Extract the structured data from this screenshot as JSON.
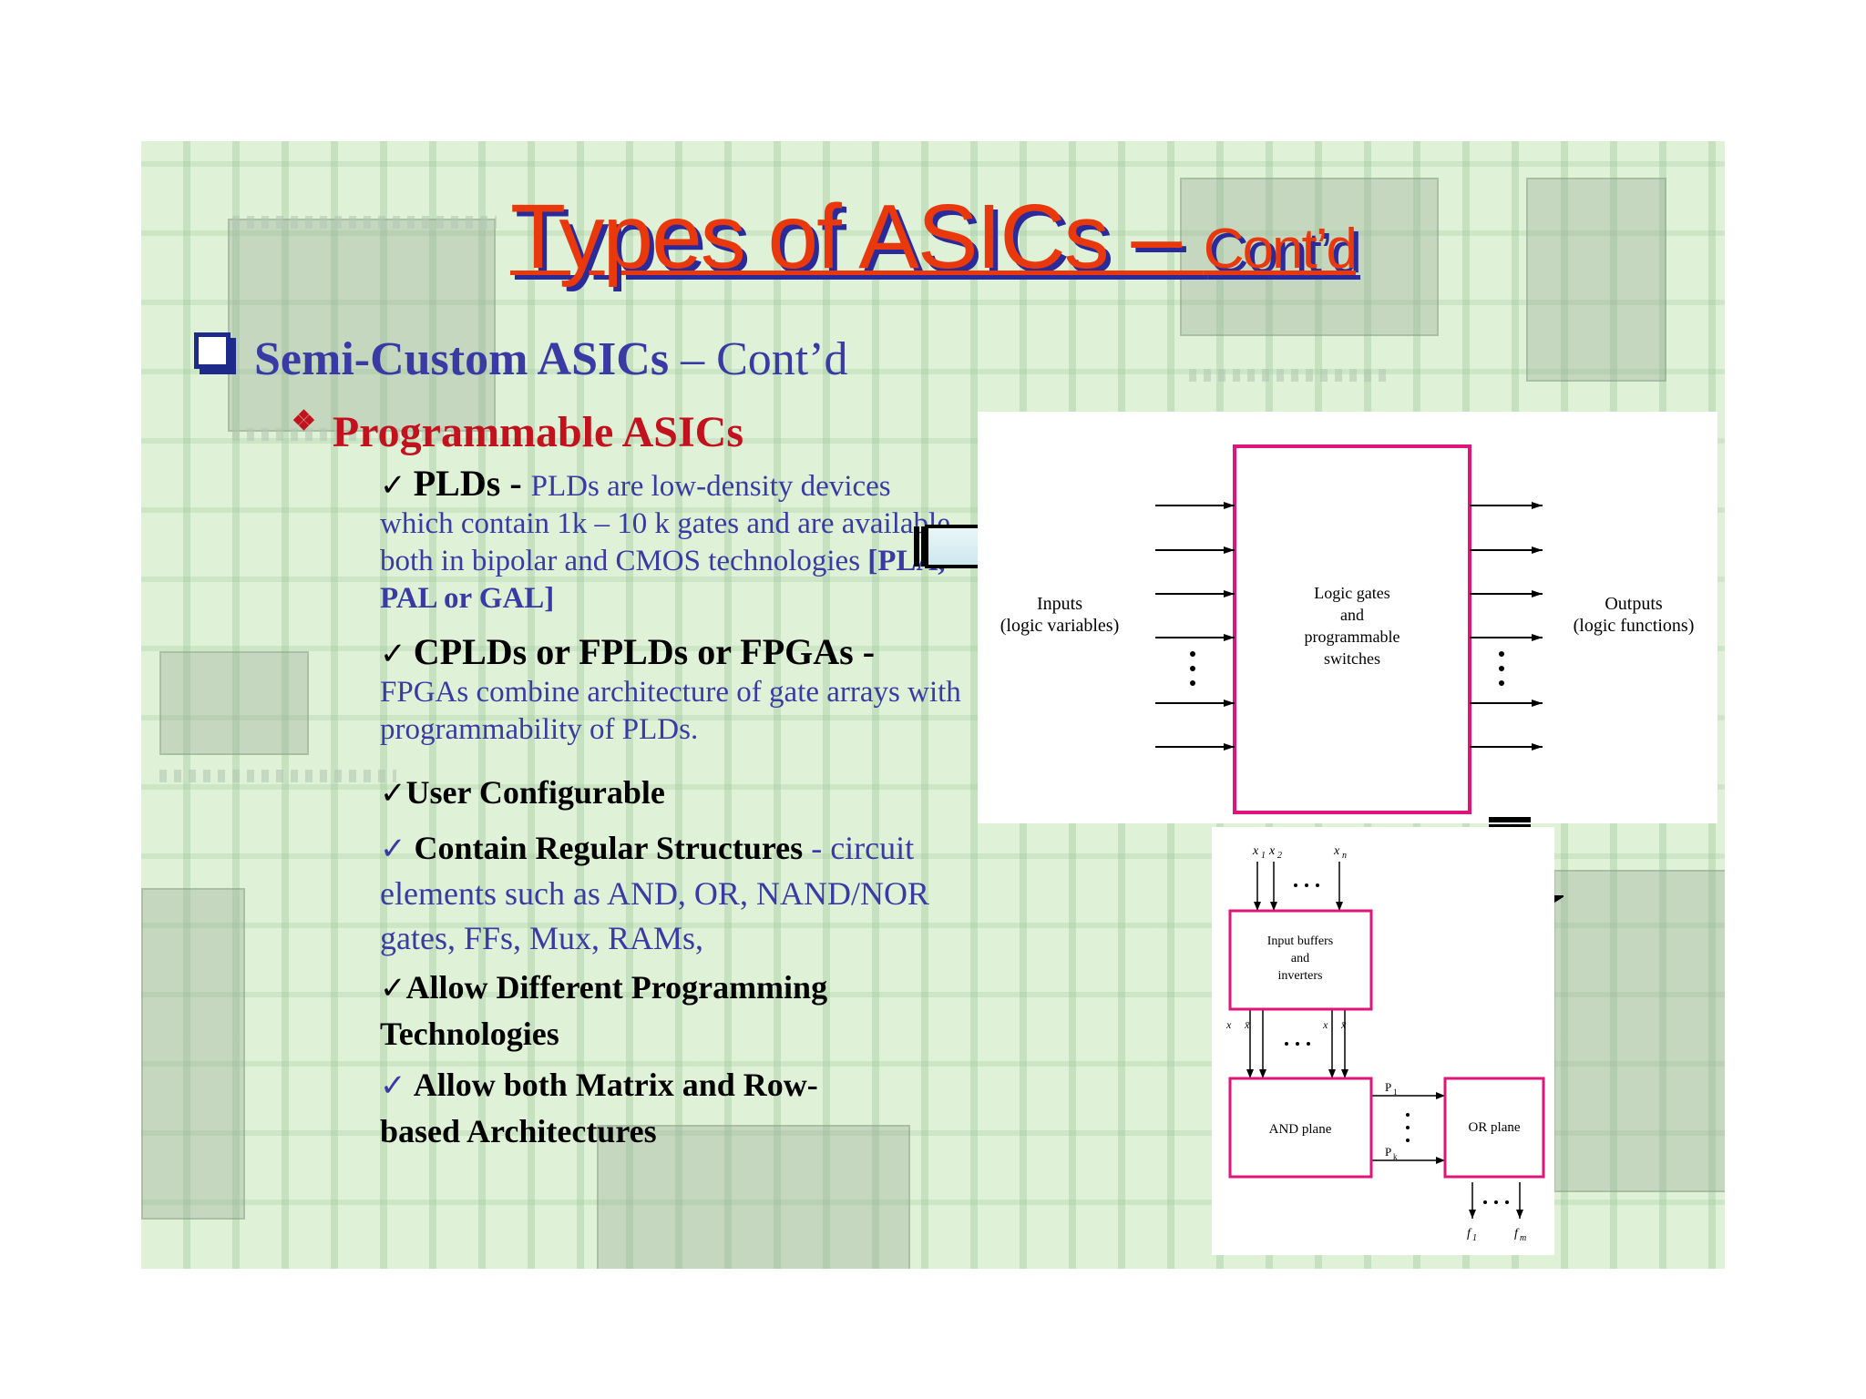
{
  "title": {
    "main": "Types of ASICs – ",
    "suffix": "Cont’d"
  },
  "level1": {
    "label": "Semi-Custom ASICs",
    "dash": " – ",
    "cont": "Cont’d"
  },
  "level2": {
    "bullet": "❖",
    "label": "Programmable ASICs"
  },
  "items": [
    {
      "check": "✓",
      "heading": "PLDs - ",
      "body": "PLDs are low-density devices which contain 1k – 10 k gates and are available both in bipolar and CMOS technologies ",
      "tag": "[PLA, PAL or GAL]"
    },
    {
      "check": "✓",
      "heading": "CPLDs or FPLDs or FPGAs - ",
      "body": "FPGAs combine architecture of gate arrays with programmability of PLDs."
    },
    {
      "check": "✓",
      "heading": "User Configurable"
    },
    {
      "check": "✓",
      "heading": "Contain Regular Structures",
      "dash": " - ",
      "body": "circuit elements such as AND, OR, NAND/NOR gates, FFs, Mux, RAMs,"
    },
    {
      "check": "✓",
      "heading": "Allow Different Programming Technologies"
    },
    {
      "check": "✓",
      "heading": "Allow both Matrix and Row-based Architectures"
    }
  ],
  "diagram1": {
    "inputs_label": [
      "Inputs",
      "(logic variables)"
    ],
    "center_label": [
      "Logic gates",
      "and",
      "programmable",
      "switches"
    ],
    "outputs_label": [
      "Outputs",
      "(logic functions)"
    ]
  },
  "diagram2": {
    "input_vars": [
      "x",
      "1",
      "x",
      "2",
      "x",
      "n"
    ],
    "buffer_label": [
      "Input buffers",
      "and",
      "inverters"
    ],
    "and_label": "AND plane",
    "or_label": "OR plane",
    "p_labels": [
      "P",
      "1",
      "P",
      "k"
    ],
    "f_labels": [
      "f",
      "1",
      "f",
      "m"
    ]
  },
  "colors": {
    "title": "#e8380c",
    "title_shadow": "#2a2a9a",
    "level1": "#3a3aa5",
    "level2": "#c2121e",
    "box_border": "#e0157a"
  }
}
